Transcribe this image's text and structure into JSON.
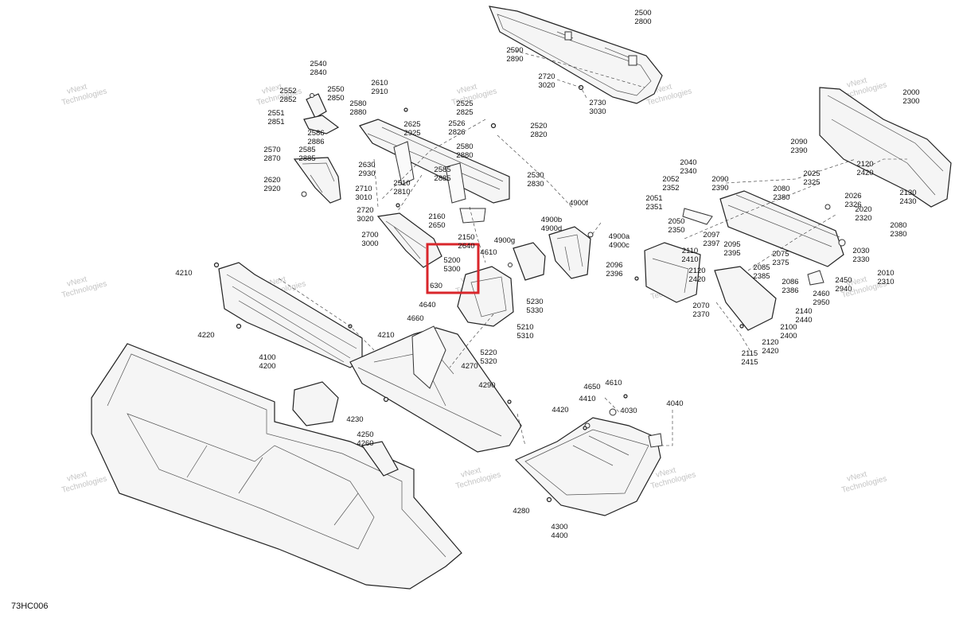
{
  "diagram_code": "73HC006",
  "highlight_color": "#d9262b",
  "watermark": {
    "line1": "vNext",
    "line2": "Technologies"
  },
  "refs": {
    "r2500": [
      "2500",
      "2800"
    ],
    "r2590": [
      "2590",
      "2890"
    ],
    "r2720a": [
      "2720",
      "3020"
    ],
    "r2730": [
      "2730",
      "3030"
    ],
    "r2540": [
      "2540",
      "2840"
    ],
    "r2552": [
      "2552",
      "2852"
    ],
    "r2550": [
      "2550",
      "2850"
    ],
    "r2551": [
      "2551",
      "2851"
    ],
    "r2586": [
      "2586",
      "2886"
    ],
    "r2585a": [
      "2585",
      "2885"
    ],
    "r2570": [
      "2570",
      "2870"
    ],
    "r2620": [
      "2620",
      "2920"
    ],
    "r2610": [
      "2610",
      "2910"
    ],
    "r2580a": [
      "2580",
      "2880"
    ],
    "r2625": [
      "2625",
      "2925"
    ],
    "r2630": [
      "2630",
      "2930"
    ],
    "r2525": [
      "2525",
      "2825"
    ],
    "r2526": [
      "2526",
      "2826"
    ],
    "r2520": [
      "2520",
      "2820"
    ],
    "r2580b": [
      "2580",
      "2880"
    ],
    "r2585b": [
      "2585",
      "2885"
    ],
    "r2530": [
      "2530",
      "2830"
    ],
    "r2710": [
      "2710",
      "3010"
    ],
    "r2510": [
      "2510",
      "2810"
    ],
    "r2720b": [
      "2720",
      "3020"
    ],
    "r2700": [
      "2700",
      "3000"
    ],
    "r2160": [
      "2160",
      "2650"
    ],
    "r2150": [
      "2150",
      "2640"
    ],
    "r5200": [
      "5200",
      "5300"
    ],
    "r630": [
      "630"
    ],
    "r4900g": [
      "4900g"
    ],
    "r4610a": [
      "4610"
    ],
    "r4900b": [
      "4900b",
      "4900d"
    ],
    "r4900f": [
      "4900f"
    ],
    "r4900a": [
      "4900a",
      "4900c"
    ],
    "r4640": [
      "4640"
    ],
    "r4660": [
      "4660"
    ],
    "r5230": [
      "5230",
      "5330"
    ],
    "r5210": [
      "5210",
      "5310"
    ],
    "r5220": [
      "5220",
      "5320"
    ],
    "r4270": [
      "4270"
    ],
    "r4210a": [
      "4210"
    ],
    "r4220": [
      "4220"
    ],
    "r4210b": [
      "4210"
    ],
    "r4100": [
      "4100",
      "4200"
    ],
    "r4290": [
      "4290"
    ],
    "r4230": [
      "4230"
    ],
    "r4250": [
      "4250",
      "4260"
    ],
    "r2000": [
      "2000",
      "2300"
    ],
    "r2090a": [
      "2090",
      "2390"
    ],
    "r2040": [
      "2040",
      "2340"
    ],
    "r2052": [
      "2052",
      "2352"
    ],
    "r2090b": [
      "2090",
      "2390"
    ],
    "r2080a": [
      "2080",
      "2380"
    ],
    "r2025": [
      "2025",
      "2325"
    ],
    "r2120a": [
      "2120",
      "2420"
    ],
    "r2130": [
      "2130",
      "2430"
    ],
    "r2026": [
      "2026",
      "2326"
    ],
    "r2051": [
      "2051",
      "2351"
    ],
    "r2050": [
      "2050",
      "2350"
    ],
    "r2020": [
      "2020",
      "2320"
    ],
    "r2080b": [
      "2080",
      "2380"
    ],
    "r2097": [
      "2097",
      "2397"
    ],
    "r2110": [
      "2110",
      "2410"
    ],
    "r2095": [
      "2095",
      "2395"
    ],
    "r2085": [
      "2085",
      "2385"
    ],
    "r2075": [
      "2075",
      "2375"
    ],
    "r2030": [
      "2030",
      "2330"
    ],
    "r2096": [
      "2096",
      "2396"
    ],
    "r2120b": [
      "2120",
      "2420"
    ],
    "r2010": [
      "2010",
      "2310"
    ],
    "r2450": [
      "2450",
      "2940"
    ],
    "r2086": [
      "2086",
      "2386"
    ],
    "r2460": [
      "2460",
      "2950"
    ],
    "r2070": [
      "2070",
      "2370"
    ],
    "r2140": [
      "2140",
      "2440"
    ],
    "r2100": [
      "2100",
      "2400"
    ],
    "r2120c": [
      "2120",
      "2420"
    ],
    "r2115": [
      "2115",
      "2415"
    ],
    "r4610b": [
      "4610"
    ],
    "r4650": [
      "4650"
    ],
    "r4410": [
      "4410"
    ],
    "r4030": [
      "4030"
    ],
    "r4420": [
      "4420"
    ],
    "r4040": [
      "4040"
    ],
    "r4280": [
      "4280"
    ],
    "r4300": [
      "4300",
      "4400"
    ]
  }
}
